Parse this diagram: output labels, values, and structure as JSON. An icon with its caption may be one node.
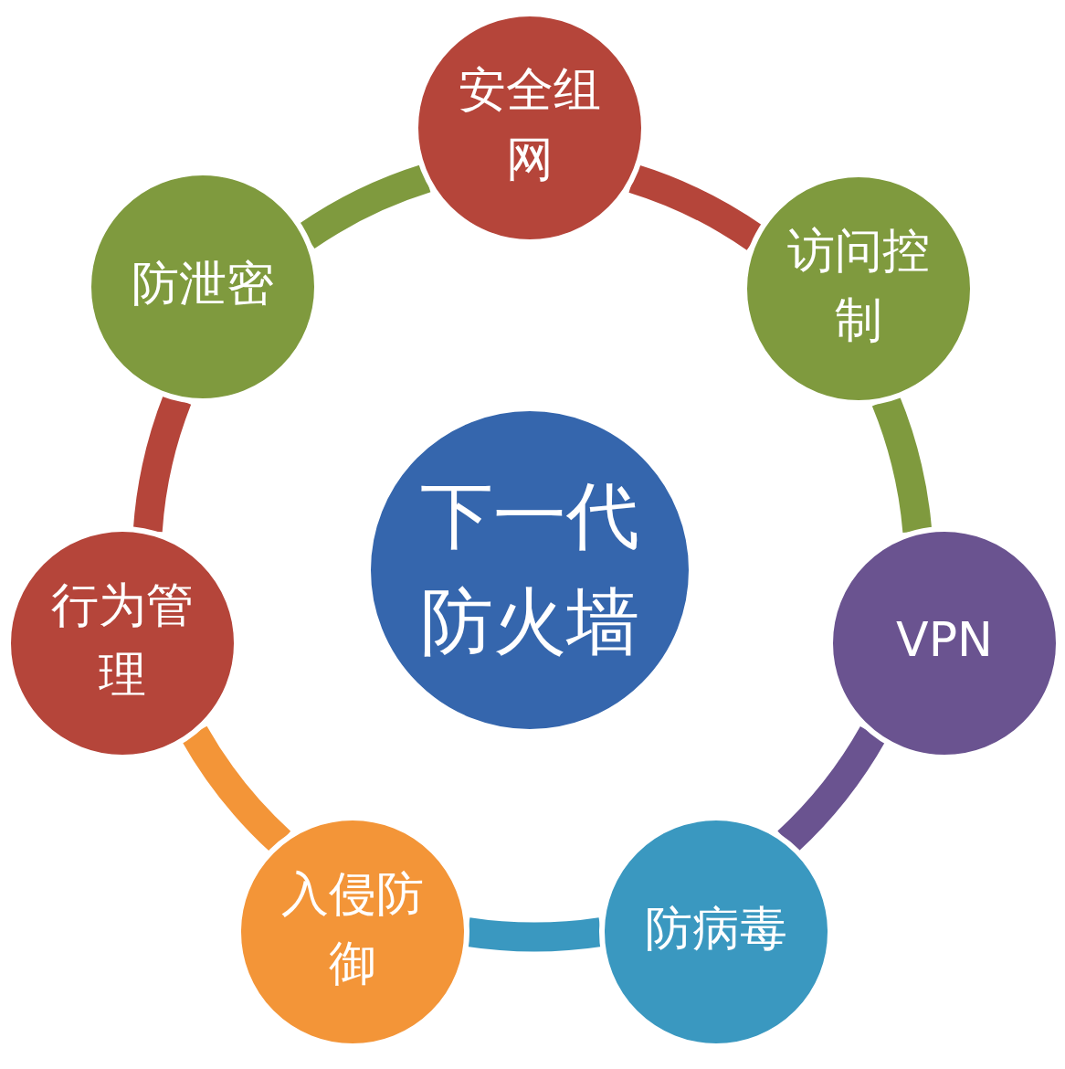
{
  "diagram": {
    "nodes": [
      {
        "text": [
          "下一代防火墙"
        ]
      },
      {
        "text": [
          "安全组网"
        ]
      },
      {
        "text": [
          "访问控制"
        ]
      },
      {
        "text": [
          "VPN"
        ]
      },
      {
        "text": [
          "防病毒"
        ]
      },
      {
        "text": [
          "入侵防御"
        ]
      },
      {
        "text": [
          "行为管理"
        ]
      },
      {
        "text": [
          "防泄密"
        ]
      }
    ],
    "edges": [
      {
        "from": 1,
        "to": 2,
        "arrow": "none",
        "color": "#b5453a"
      },
      {
        "from": 2,
        "to": 3,
        "arrow": "none",
        "color": "#7f9a3e"
      },
      {
        "from": 3,
        "to": 4,
        "arrow": "none",
        "color": "#6a5390"
      },
      {
        "from": 4,
        "to": 5,
        "arrow": "none",
        "color": "#3a98c0"
      },
      {
        "from": 5,
        "to": 6,
        "arrow": "none",
        "color": "#f39538"
      },
      {
        "from": 6,
        "to": 7,
        "arrow": "none",
        "color": "#b5453a"
      },
      {
        "from": 7,
        "to": 1,
        "arrow": "none",
        "color": "#7f9a3e"
      }
    ]
  }
}
